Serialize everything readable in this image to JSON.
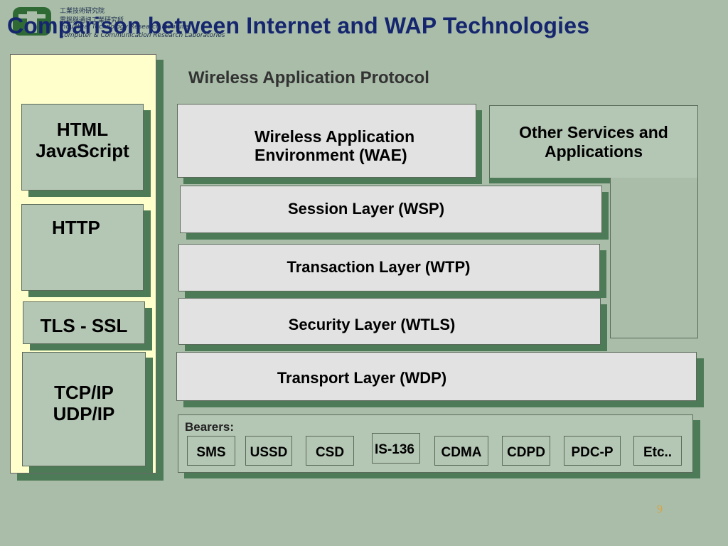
{
  "logo": {
    "line1": "工業技術研究院",
    "line2": "電腦與通訊工業研究所",
    "line3": "Industrial Technology Research Institute",
    "line4": "Computer & Communication Research Laboratories"
  },
  "title": "Comparison between Internet and WAP Technologies",
  "internet_stack": {
    "html": [
      "HTML",
      "JavaScript"
    ],
    "http": "HTTP",
    "tls": "TLS - SSL",
    "tcp": [
      "TCP/IP",
      "UDP/IP"
    ]
  },
  "wap": {
    "heading": "Wireless Application Protocol",
    "wae": [
      "Wireless Application",
      "Environment (WAE)"
    ],
    "other": [
      "Other Services and",
      "Applications"
    ],
    "wsp": "Session Layer (WSP)",
    "wtp": "Transaction Layer (WTP)",
    "wtls": "Security Layer (WTLS)",
    "wdp": "Transport Layer (WDP)",
    "bearers_label": "Bearers:",
    "bearers": [
      "SMS",
      "USSD",
      "CSD",
      "IS-136",
      "CDMA",
      "CDPD",
      "PDC-P",
      "Etc.."
    ]
  },
  "page_number": "9"
}
